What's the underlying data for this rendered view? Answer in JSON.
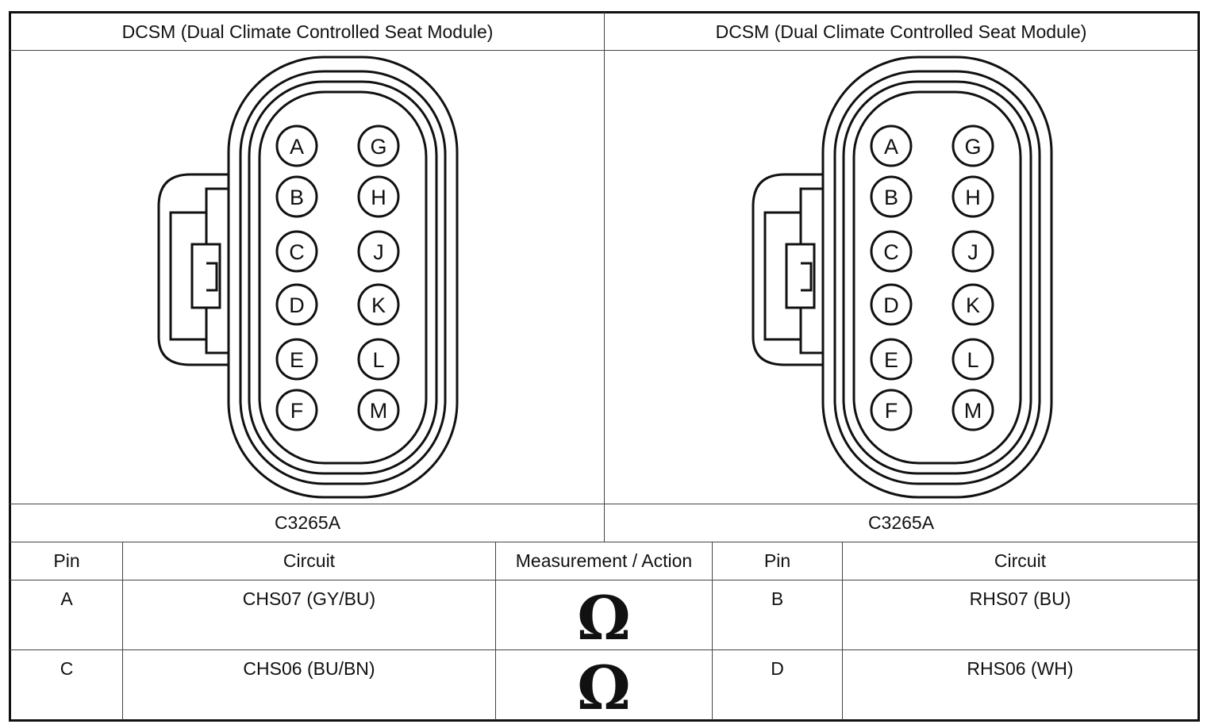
{
  "left_panel": {
    "header": "DCSM (Dual Climate Controlled Seat Module)",
    "connector_id": "C3265A",
    "pins_left_column": [
      "A",
      "B",
      "C",
      "D",
      "E",
      "F"
    ],
    "pins_right_column": [
      "G",
      "H",
      "J",
      "K",
      "L",
      "M"
    ]
  },
  "right_panel": {
    "header": "DCSM (Dual Climate Controlled Seat Module)",
    "connector_id": "C3265A",
    "pins_left_column": [
      "A",
      "B",
      "C",
      "D",
      "E",
      "F"
    ],
    "pins_right_column": [
      "G",
      "H",
      "J",
      "K",
      "L",
      "M"
    ]
  },
  "table": {
    "headers": [
      "Pin",
      "Circuit",
      "Measurement / Action",
      "Pin",
      "Circuit"
    ],
    "rows": [
      [
        "A",
        "CHS07 (GY/BU)",
        "Ω",
        "B",
        "RHS07 (BU)"
      ],
      [
        "C",
        "CHS06 (BU/BN)",
        "Ω",
        "D",
        "RHS06 (WH)"
      ]
    ]
  }
}
